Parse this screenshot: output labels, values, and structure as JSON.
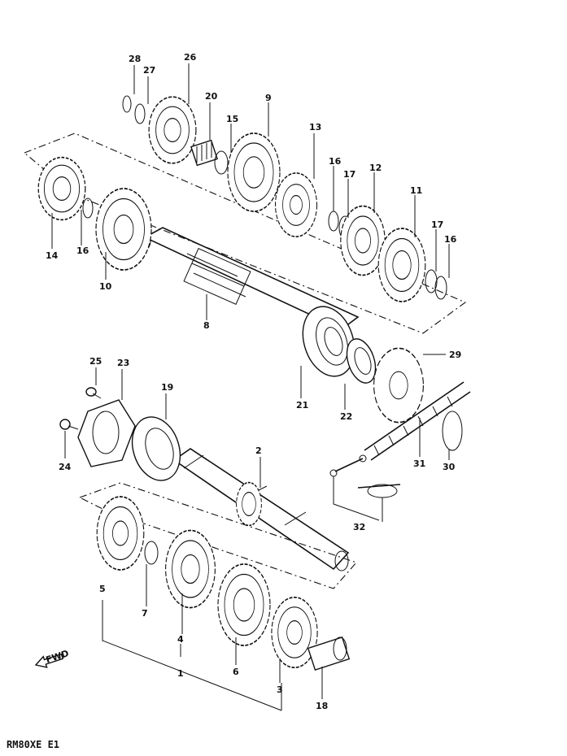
{
  "diagram": {
    "reference_code": "RM80XE E1",
    "direction_marker": "FWD",
    "parts": [
      {
        "id": "1",
        "label": "1"
      },
      {
        "id": "2",
        "label": "2"
      },
      {
        "id": "3",
        "label": "3"
      },
      {
        "id": "4",
        "label": "4"
      },
      {
        "id": "5",
        "label": "5"
      },
      {
        "id": "6",
        "label": "6"
      },
      {
        "id": "7",
        "label": "7"
      },
      {
        "id": "8",
        "label": "8"
      },
      {
        "id": "9",
        "label": "9"
      },
      {
        "id": "10",
        "label": "10"
      },
      {
        "id": "11",
        "label": "11"
      },
      {
        "id": "12",
        "label": "12"
      },
      {
        "id": "13",
        "label": "13"
      },
      {
        "id": "14",
        "label": "14"
      },
      {
        "id": "15",
        "label": "15"
      },
      {
        "id": "16a",
        "label": "16"
      },
      {
        "id": "16b",
        "label": "16"
      },
      {
        "id": "16c",
        "label": "16"
      },
      {
        "id": "17a",
        "label": "17"
      },
      {
        "id": "17b",
        "label": "17"
      },
      {
        "id": "18",
        "label": "18"
      },
      {
        "id": "19",
        "label": "19"
      },
      {
        "id": "20",
        "label": "20"
      },
      {
        "id": "21",
        "label": "21"
      },
      {
        "id": "22",
        "label": "22"
      },
      {
        "id": "23",
        "label": "23"
      },
      {
        "id": "24",
        "label": "24"
      },
      {
        "id": "25",
        "label": "25"
      },
      {
        "id": "26",
        "label": "26"
      },
      {
        "id": "27",
        "label": "27"
      },
      {
        "id": "28",
        "label": "28"
      },
      {
        "id": "29",
        "label": "29"
      },
      {
        "id": "30",
        "label": "30"
      },
      {
        "id": "31",
        "label": "31"
      },
      {
        "id": "32",
        "label": "32"
      }
    ]
  }
}
